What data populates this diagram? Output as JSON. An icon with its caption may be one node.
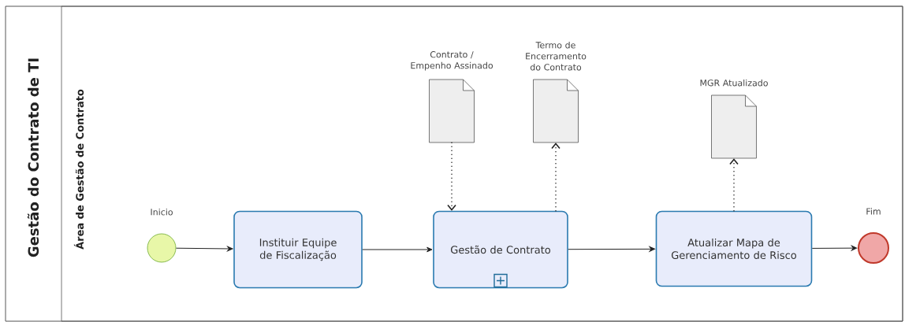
{
  "diagram": {
    "nodes": [
      {
        "text": [
          "Gestão do Contrato de TI"
        ]
      },
      {
        "text": [
          "Área de Gestão de Contrato"
        ],
        "in": 0
      },
      {
        "text": [],
        "shape": "circle",
        "beside": [
          "Inicio"
        ],
        "in": 1
      },
      {
        "text": [
          "Instituir Equipe de Fiscalização"
        ],
        "in": 1
      },
      {
        "text": [
          "Gestão de Contrato"
        ],
        "in": 1
      },
      {
        "text": [
          "Atualizar Mapa de Gerenciamento de Risco"
        ],
        "in": 1
      },
      {
        "text": [],
        "shape": "circle",
        "beside": [
          "Fim"
        ],
        "in": 1
      },
      {
        "text": [],
        "shape": "document",
        "beside": [
          "Contrato / Empenho Assinado"
        ],
        "in": 1
      },
      {
        "text": [],
        "shape": "document",
        "beside": [
          "Termo de Encerramento do Contrato"
        ],
        "in": 1
      },
      {
        "text": [],
        "shape": "document",
        "beside": [
          "MGR Atualizado"
        ],
        "in": 1
      }
    ],
    "edges": [
      {
        "from": 2,
        "to": 3,
        "arrow": "to"
      },
      {
        "from": 3,
        "to": 4,
        "arrow": "to"
      },
      {
        "from": 4,
        "to": 5,
        "arrow": "to"
      },
      {
        "from": 5,
        "to": 6,
        "arrow": "to"
      },
      {
        "from": 7,
        "to": 4,
        "arrow": "to",
        "style": "dashed"
      },
      {
        "from": 4,
        "to": 8,
        "arrow": "to",
        "style": "dashed"
      },
      {
        "from": 5,
        "to": 9,
        "arrow": "to",
        "style": "dashed"
      }
    ]
  }
}
